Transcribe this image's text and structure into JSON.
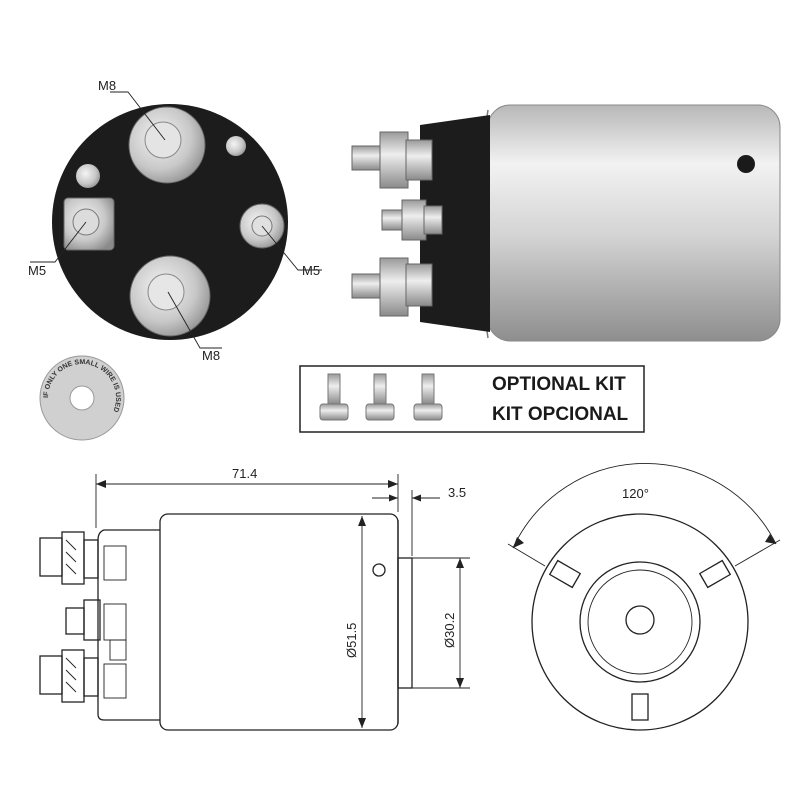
{
  "labels": {
    "terminal_top": "M8",
    "terminal_left": "M5",
    "terminal_right": "M5",
    "terminal_bottom": "M8"
  },
  "optional_kit": {
    "line1": "OPTIONAL KIT",
    "line2": "KIT OPCIONAL"
  },
  "stamp": {
    "text": "IF ONLY ONE SMALL WIRE IS USED"
  },
  "dimensions": {
    "length": "71.4",
    "offset": "3.5",
    "body_diameter": "Ø51.5",
    "pilot_diameter": "Ø30.2",
    "angle": "120°"
  },
  "colors": {
    "ink": "#222222",
    "dark_cap": "#1c1c1c",
    "steel_light": "#e8e8e8",
    "steel_dark": "#9a9a9a"
  }
}
